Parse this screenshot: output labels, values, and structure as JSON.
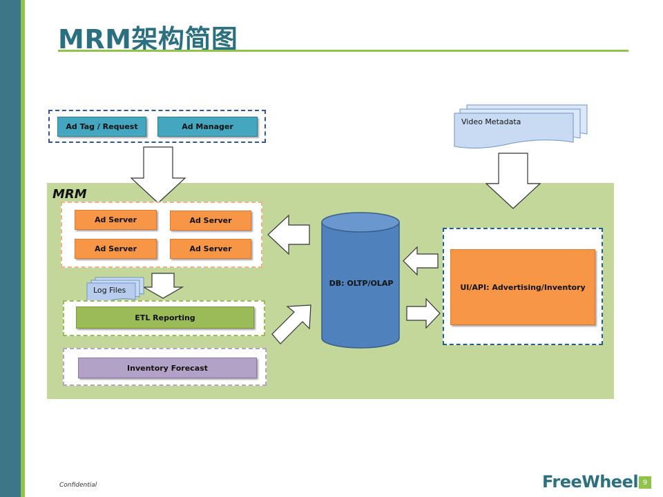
{
  "slide": {
    "title": "MRM架构简图",
    "confidential": "Confidential",
    "logo_text": "FreeWheel",
    "page_number": "9"
  },
  "diagram": {
    "region_label": "MRM",
    "top_inputs": [
      "Ad Tag / Request",
      "Ad Manager"
    ],
    "ad_servers": [
      "Ad Server",
      "Ad Server",
      "Ad Server",
      "Ad Server"
    ],
    "log_files": "Log Files",
    "etl": "ETL Reporting",
    "forecast": "Inventory Forecast",
    "database": "DB: OLTP/OLAP",
    "video_metadata": "Video Metadata",
    "ui_api": "UI/API: Advertising/Inventory"
  },
  "colors": {
    "sidebar": "#3d7787",
    "accent_green": "#8fc34a",
    "title": "#2c7080",
    "region_bg": "#c3d79b",
    "db_blue": "#4f81bd",
    "box_blue": "#44a6bf",
    "box_orange": "#f79646",
    "box_green": "#9bbb59",
    "box_purple": "#b3a2c7"
  }
}
